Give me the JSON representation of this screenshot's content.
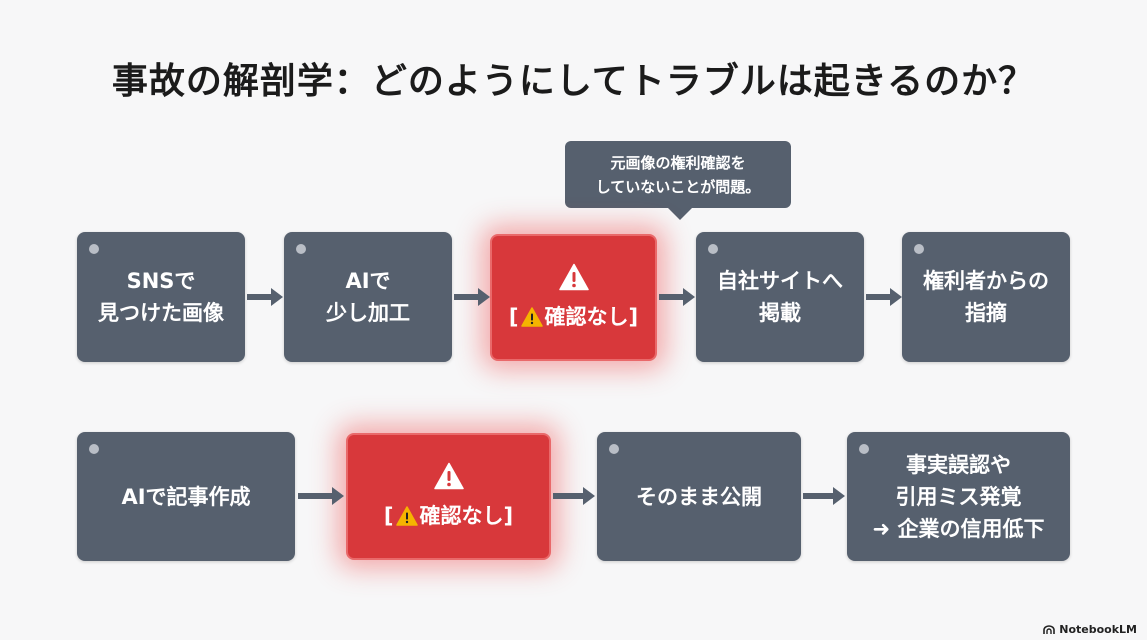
{
  "title": "事故の解剖学：どのようにしてトラブルは起きるのか？",
  "callout": "元画像の権利確認を\nしていないことが問題。",
  "row1": [
    {
      "label": "SNSで\n見つけた画像"
    },
    {
      "label": "AIで\n少し加工"
    },
    {
      "warn_open": "[",
      "warn_text": "確認なし]"
    },
    {
      "label": "自社サイトへ\n掲載"
    },
    {
      "label": "権利者からの\n指摘"
    }
  ],
  "row2": [
    {
      "label": "AIで記事作成"
    },
    {
      "warn_open": "[",
      "warn_text": "確認なし]"
    },
    {
      "label": "そのまま公開"
    },
    {
      "label": "事実誤認や\n引用ミス発覚\n➜ 企業の信用低下"
    }
  ],
  "brand": "NotebookLM",
  "icons": [
    "warning-icon",
    "arrow-right-icon",
    "notebooklm-logo-icon"
  ],
  "colors": {
    "box": "#56606e",
    "warn": "#d8383b",
    "glow": "#ee4242",
    "arrow": "#56606e"
  }
}
